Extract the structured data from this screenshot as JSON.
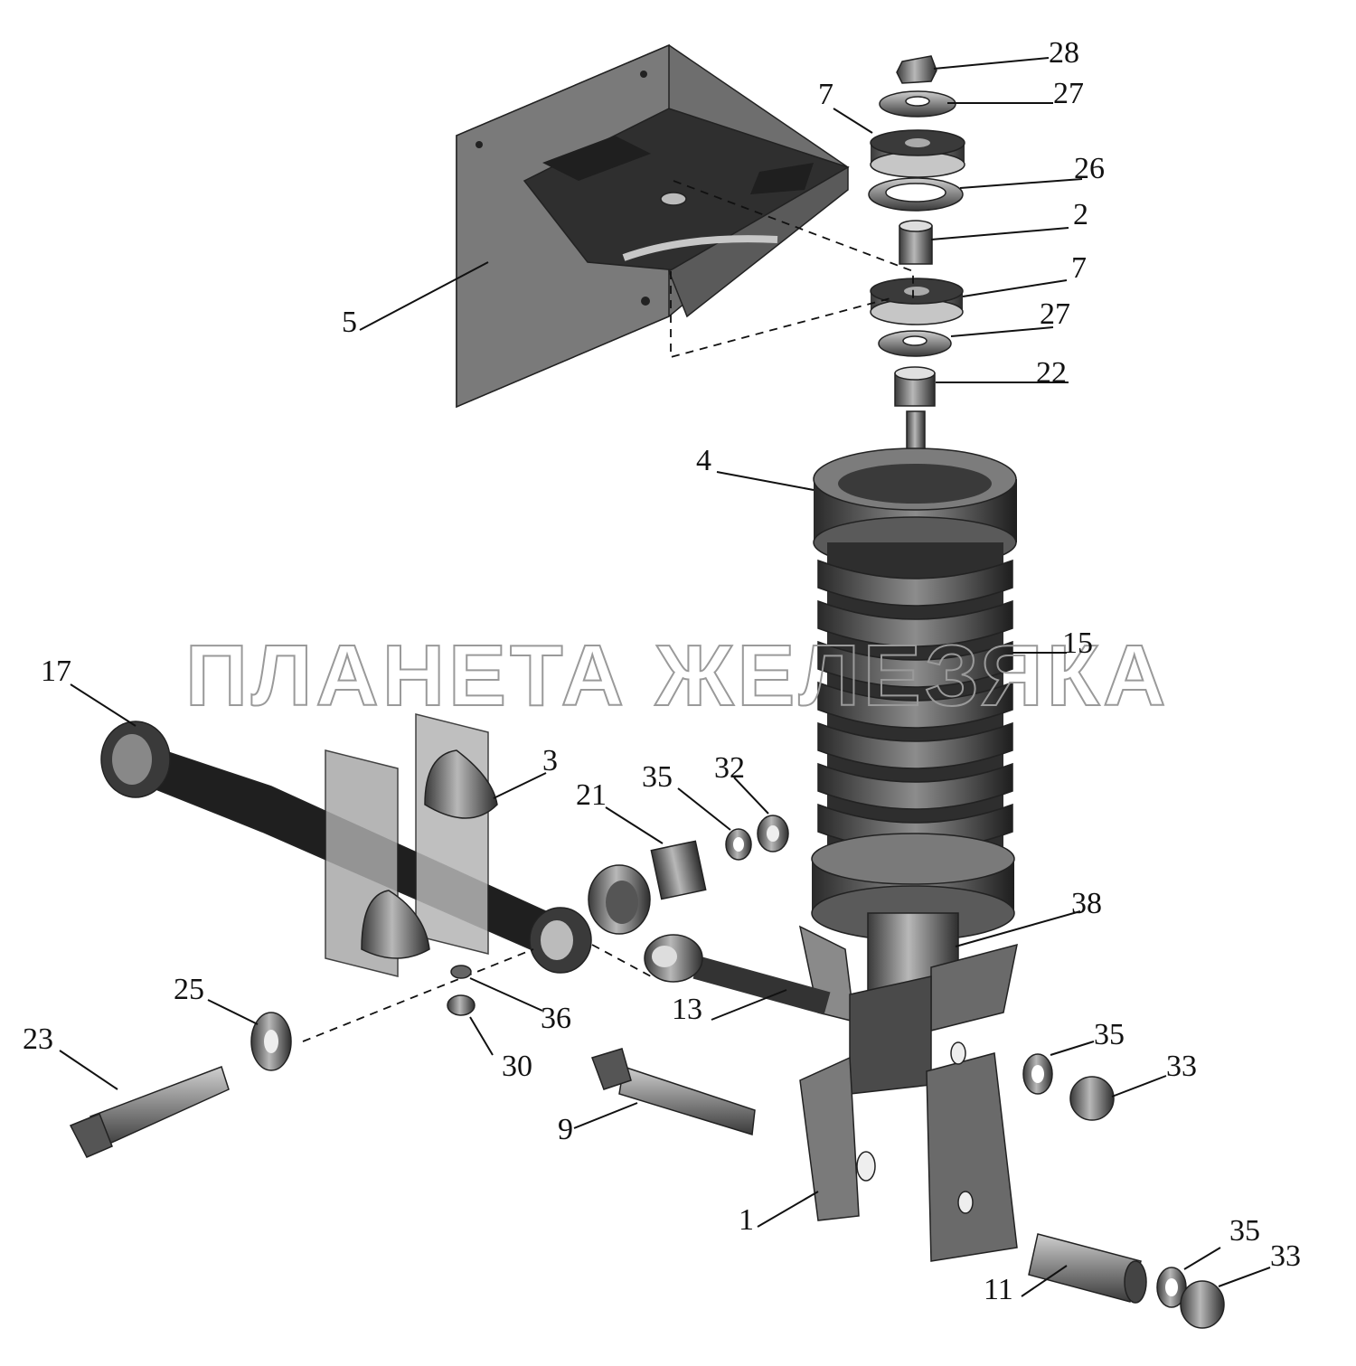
{
  "watermark": "ПЛАНЕТА ЖЕЛЕЗЯКА",
  "labels": {
    "l1": "1",
    "l2": "2",
    "l3": "3",
    "l4": "4",
    "l5": "5",
    "l7a": "7",
    "l7b": "7",
    "l9": "9",
    "l11": "11",
    "l13": "13",
    "l15": "15",
    "l17": "17",
    "l21": "21",
    "l22": "22",
    "l23": "23",
    "l25": "25",
    "l26": "26",
    "l27a": "27",
    "l27b": "27",
    "l28": "28",
    "l30": "30",
    "l32": "32",
    "l33a": "33",
    "l33b": "33",
    "l35a": "35",
    "l35b": "35",
    "l35c": "35",
    "l36": "36",
    "l38": "38"
  }
}
